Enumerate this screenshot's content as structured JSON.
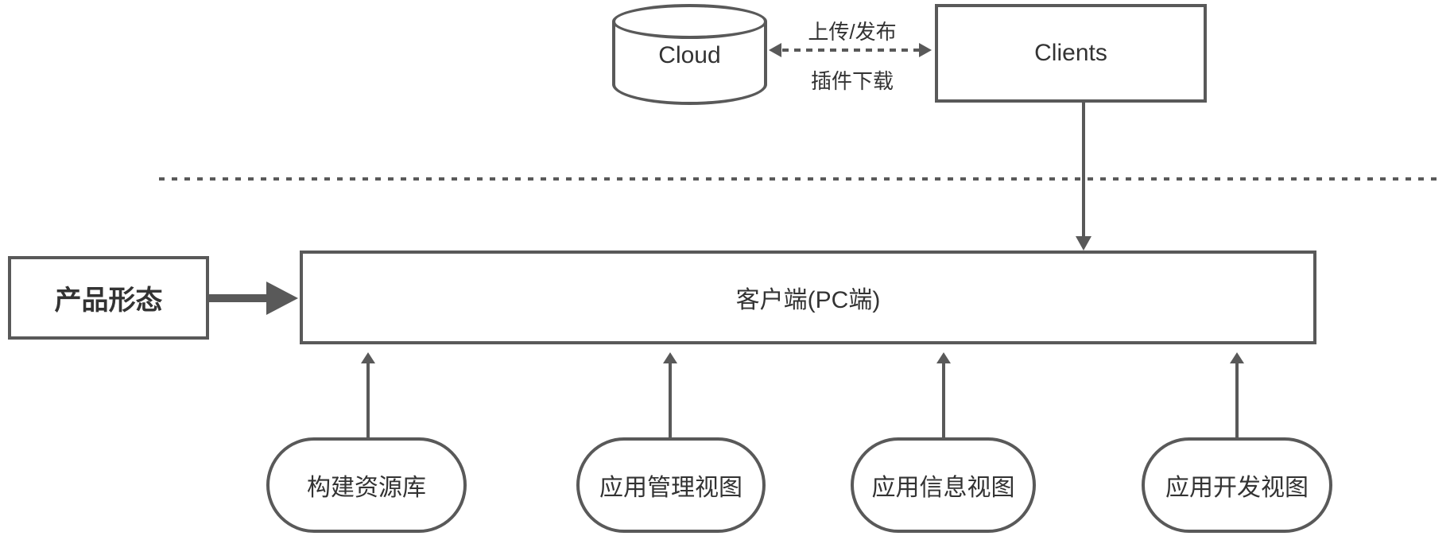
{
  "diagram": {
    "cloud": {
      "label": "Cloud"
    },
    "clients": {
      "label": "Clients"
    },
    "sync_arrow": {
      "top_label": "上传/发布",
      "bottom_label": "插件下载"
    },
    "product_form": {
      "label": "产品形态"
    },
    "pc_client_bar": {
      "label": "客户端(PC端)"
    },
    "modules": [
      {
        "label": "构建资源库"
      },
      {
        "label": "应用管理视图"
      },
      {
        "label": "应用信息视图"
      },
      {
        "label": "应用开发视图"
      }
    ],
    "colors": {
      "line": "#595959",
      "text": "#333333",
      "background": "#ffffff"
    }
  }
}
